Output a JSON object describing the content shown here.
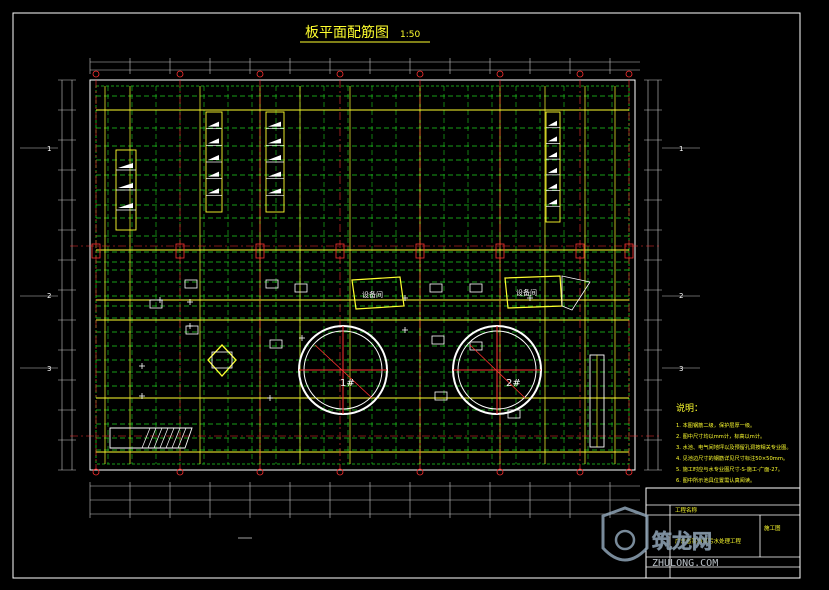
{
  "drawing": {
    "title": "板平面配筋图",
    "scale": "1:50"
  },
  "tanks": [
    {
      "label": "1#"
    },
    {
      "label": "2#"
    }
  ],
  "rooms": [
    {
      "label": "设备间"
    },
    {
      "label": "设备间"
    }
  ],
  "axes": {
    "rows_left": [
      "1",
      "2",
      "3"
    ],
    "rows_right": [
      "1",
      "2",
      "3"
    ]
  },
  "notes": {
    "heading": "说明：",
    "items": [
      "1. 本图钢筋二级，保护层厚一级。",
      "2. 图中尺寸均以mm计，标高以m计。",
      "3. 水池、电气间地坪以及预留孔洞按相关专业图。",
      "4. 见池边尺寸的钢筋详见尺寸标注50×50mm。",
      "5. 施工时应与水专业图尺寸-S-施工-广面-27。",
      "6. 图中所示池具位置需认真阅读。"
    ]
  },
  "title_block": {
    "label_a": "工程名称",
    "label_b": "广东省某市某污水处理工程",
    "design_stage": "施工图"
  },
  "watermark": {
    "line1": "筑龙网",
    "line2": "ZHULONG.COM"
  },
  "colors": {
    "background": "#000000",
    "frame": "#ffffff",
    "dim": "#c8c8c8",
    "green": "#1fd11f",
    "yellow": "#ffff2e",
    "red": "#ff3030",
    "white": "#ffffff"
  }
}
